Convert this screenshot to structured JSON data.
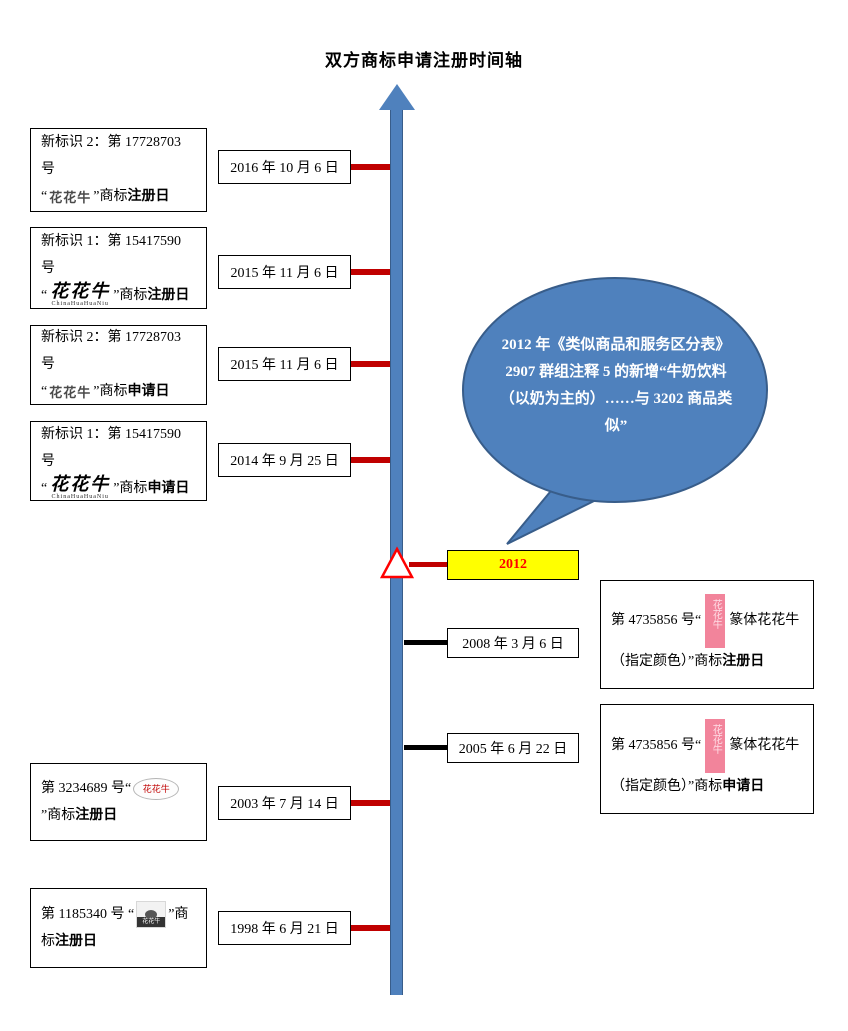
{
  "title": "双方商标申请注册时间轴",
  "colors": {
    "timeline_blue": "#4f81bd",
    "timeline_border": "#385d8a",
    "tick_red": "#c00000",
    "tick_black": "#000000",
    "marker_yellow": "#ffff00",
    "marker_text_red": "#ff0000",
    "bubble_blue": "#4f81bd",
    "bubble_border": "#385d8a",
    "seal_logo_pink": "#f2849b"
  },
  "marker": {
    "label": "2012"
  },
  "callout": {
    "text": "2012 年《类似商品和服务区分表》2907 群组注释 5 的新增“牛奶饮料（以奶为主的）……与 3202 商品类似”"
  },
  "left_events": [
    {
      "title": "新标识 2：第 17728703 号",
      "pre": "“",
      "logo_label": "花花牛",
      "post": "”商标",
      "action": "注册日",
      "date": "2016 年 10 月 6 日"
    },
    {
      "title": "新标识 1：第 15417590 号",
      "pre": "“",
      "logo_label": "花花牛",
      "logo_sub": "ChinaHuaHuaNiu",
      "post": "”商标",
      "action": "注册日",
      "date": "2015 年 11 月 6 日"
    },
    {
      "title": "新标识 2：第 17728703 号",
      "pre": "“",
      "logo_label": "花花牛",
      "post": "”商标",
      "action": "申请日",
      "date": "2015 年 11 月 6 日"
    },
    {
      "title": "新标识 1：第 15417590 号",
      "pre": "“",
      "logo_label": "花花牛",
      "logo_sub": "ChinaHuaHuaNiu",
      "post": "”商标",
      "action": "申请日",
      "date": "2014 年 9 月 25 日"
    }
  ],
  "bottom_events": [
    {
      "pre": "第 3234689 号“",
      "logo_label": "花花牛",
      "post": "”商标",
      "action": "注册日",
      "date": "2003 年 7 月 14 日"
    },
    {
      "pre": "第 1185340 号 “",
      "logo_label": "花花牛",
      "post": "”商标",
      "action": "注册日",
      "date": "1998 年 6 月 21 日"
    }
  ],
  "right_events": [
    {
      "date": "2008 年 3 月 6 日",
      "pre": "第 4735856 号“",
      "logo_label": "花花牛",
      "post": "篆体花花牛（指定颜色）”商标",
      "action": "注册日"
    },
    {
      "date": "2005 年 6 月 22 日",
      "pre": "第 4735856 号“",
      "logo_label": "花花牛",
      "post": "篆体花花牛（指定颜色）”商标",
      "action": "申请日"
    }
  ]
}
